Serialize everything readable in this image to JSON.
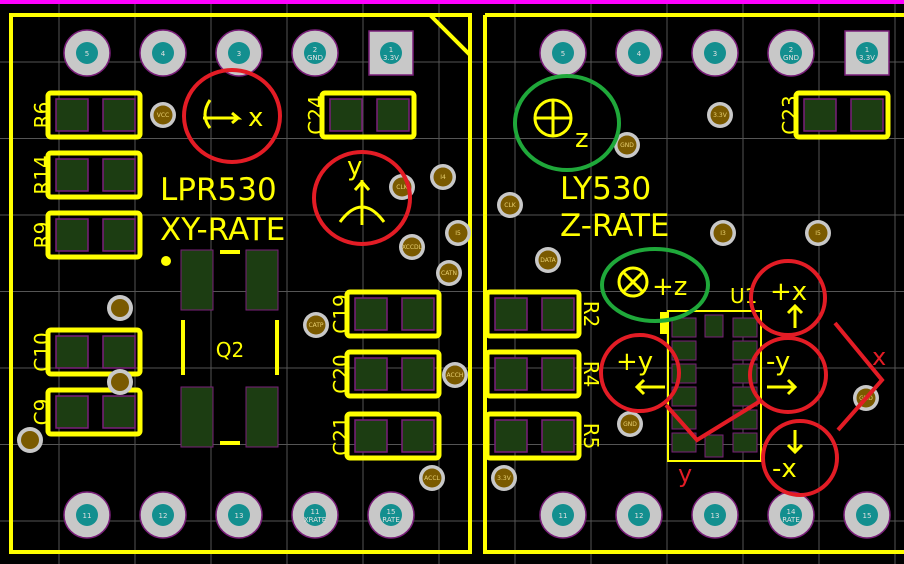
{
  "board_left": {
    "title_line1": "LPR530",
    "title_line2": "XY-RATE",
    "top_pins": [
      {
        "num": "5",
        "net": ""
      },
      {
        "num": "4",
        "net": ""
      },
      {
        "num": "3",
        "net": ""
      },
      {
        "num": "2",
        "net": "GND"
      },
      {
        "num": "1",
        "net": "3.3V"
      }
    ],
    "bottom_pins": [
      {
        "num": "11",
        "net": ""
      },
      {
        "num": "12",
        "net": ""
      },
      {
        "num": "13",
        "net": ""
      },
      {
        "num": "11",
        "net": "XRATE"
      },
      {
        "num": "15",
        "net": "RATE"
      }
    ],
    "components": [
      "R6",
      "R14",
      "R9",
      "C10",
      "C9",
      "C24",
      "C19",
      "C20",
      "C21"
    ],
    "transistor": "Q2",
    "annotations": {
      "x_axis": "x",
      "y_axis": "y"
    }
  },
  "board_right": {
    "title_line1": "LY530",
    "title_line2": "Z-RATE",
    "top_pins": [
      {
        "num": "5",
        "net": ""
      },
      {
        "num": "4",
        "net": ""
      },
      {
        "num": "3",
        "net": ""
      },
      {
        "num": "2",
        "net": "GND"
      },
      {
        "num": "1",
        "net": "3.3V"
      }
    ],
    "bottom_pins": [
      {
        "num": "11",
        "net": ""
      },
      {
        "num": "12",
        "net": ""
      },
      {
        "num": "13",
        "net": ""
      },
      {
        "num": "14",
        "net": "RATE"
      },
      {
        "num": "15",
        "net": ""
      }
    ],
    "components": [
      "C23",
      "R2",
      "R4",
      "R5"
    ],
    "ic": "U1",
    "annotations": {
      "z_top": "z",
      "z_into": "+z",
      "plus_x": "+x",
      "minus_x": "-x",
      "plus_y": "+y",
      "minus_y": "-y",
      "axis_x": "x",
      "axis_y": "y"
    }
  },
  "vias": [
    "VCC",
    "I4",
    "CLK",
    "I5",
    "XCCDL",
    "CATN",
    "CATP",
    "ACCH",
    "ACCL",
    "3.3V",
    "CLK",
    "DATA",
    "GND",
    "3.3V",
    "I3",
    "I5",
    "GND",
    "GND"
  ],
  "colors": {
    "silkscreen": "#ffff00",
    "pad": "#1c3d12",
    "pad_border": "#7a1f7a",
    "ring": "#c8c8c8",
    "via": "#7a5a00",
    "pin_core": "#138f8f",
    "annotation_red": "#e31c25",
    "annotation_green": "#1fa83a",
    "grid": "#5a5a5a",
    "border_top": "#ff00ff"
  }
}
